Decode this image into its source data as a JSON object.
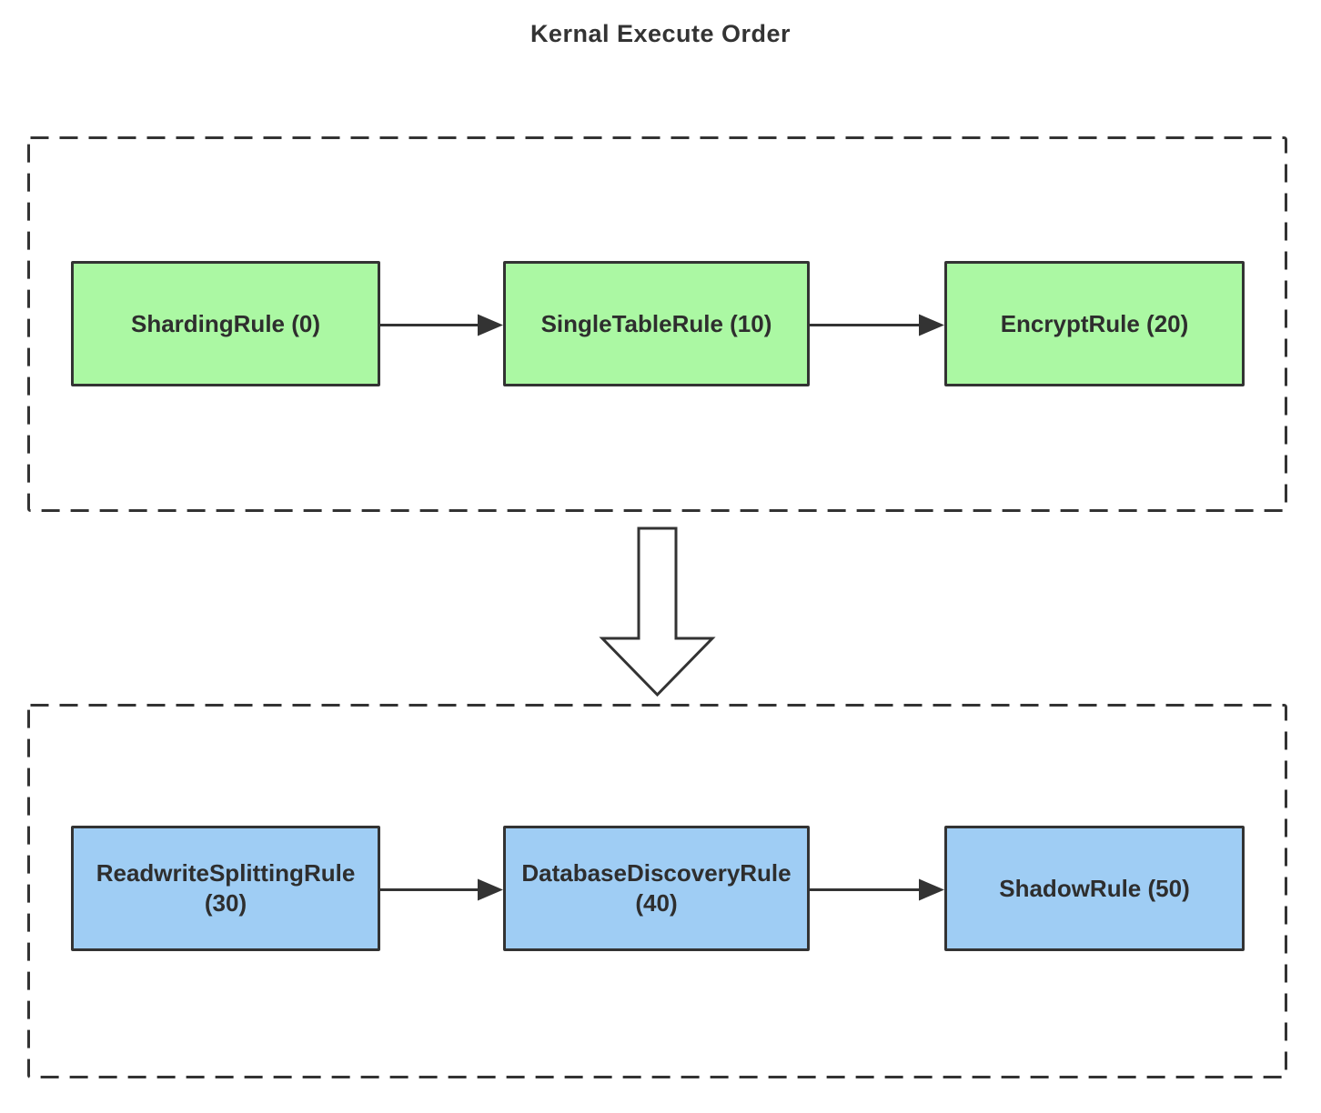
{
  "title": "Kernal Execute Order",
  "colors": {
    "box_green": "#abf8a3",
    "box_blue": "#9fcdf4",
    "stroke": "#333333",
    "background": "#ffffff"
  },
  "top_group": {
    "boxes": [
      {
        "label": "ShardingRule (0)",
        "order": 0
      },
      {
        "label": "SingleTableRule (10)",
        "order": 10
      },
      {
        "label": "EncryptRule (20)",
        "order": 20
      }
    ]
  },
  "bottom_group": {
    "boxes": [
      {
        "label": "ReadwriteSplittingRule\n(30)",
        "order": 30
      },
      {
        "label": "DatabaseDiscoveryRule\n(40)",
        "order": 40
      },
      {
        "label": "ShadowRule (50)",
        "order": 50
      }
    ]
  },
  "icons": {
    "connector": "right-arrow",
    "transition": "down-arrow"
  }
}
